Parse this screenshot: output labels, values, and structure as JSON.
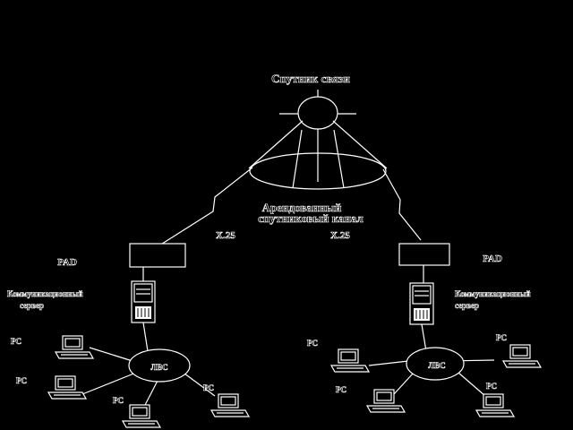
{
  "satellite": {
    "label": "Спутник связи"
  },
  "channel": {
    "line1": "Арендованный",
    "line2": "спутниковый канал"
  },
  "links": {
    "left": "X.25",
    "right": "X.25"
  },
  "left_site": {
    "pad_label": "PAD",
    "server_label_1": "Коммуникационный",
    "server_label_2": "сервер",
    "lan_label": "ЛВС",
    "pc_labels": [
      "PC",
      "PC",
      "PC",
      "PC"
    ]
  },
  "right_site": {
    "pad_label": "PAD",
    "server_label_1": "Коммуникационный",
    "server_label_2": "сервер",
    "lan_label": "ЛВС",
    "pc_labels": [
      "PC",
      "PC",
      "PC",
      "PC"
    ]
  }
}
